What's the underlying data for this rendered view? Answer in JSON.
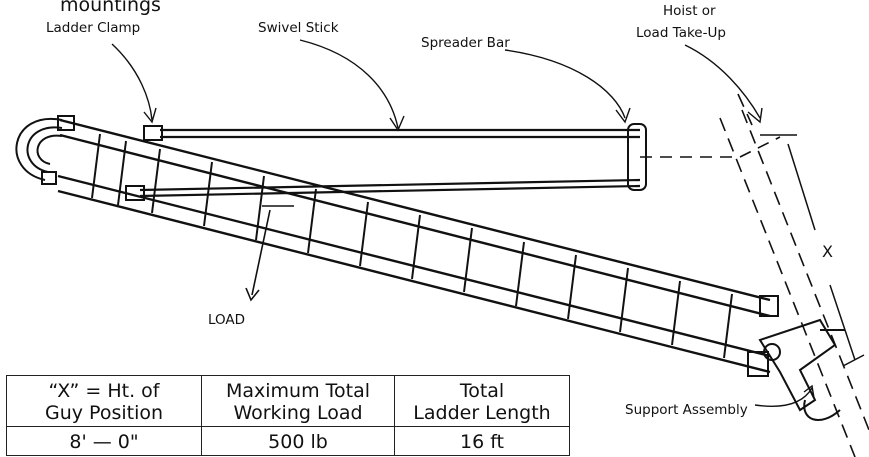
{
  "labels": {
    "mountings": "mountings",
    "ladder_clamp": "Ladder Clamp",
    "swivel_stick": "Swivel Stick",
    "spreader_bar": "Spreader Bar",
    "hoist_line1": "Hoist or",
    "hoist_line2": "Load Take-Up",
    "x": "X",
    "load": "LOAD",
    "support_assembly": "Support Assembly"
  },
  "table": {
    "headers": [
      {
        "line1": "“X” = Ht. of",
        "line2": "Guy Position"
      },
      {
        "line1": "Maximum Total",
        "line2": "Working Load"
      },
      {
        "line1": "Total",
        "line2": "Ladder Length"
      }
    ],
    "rows": [
      [
        "8' — 0\"",
        "500 lb",
        "16 ft"
      ]
    ]
  }
}
